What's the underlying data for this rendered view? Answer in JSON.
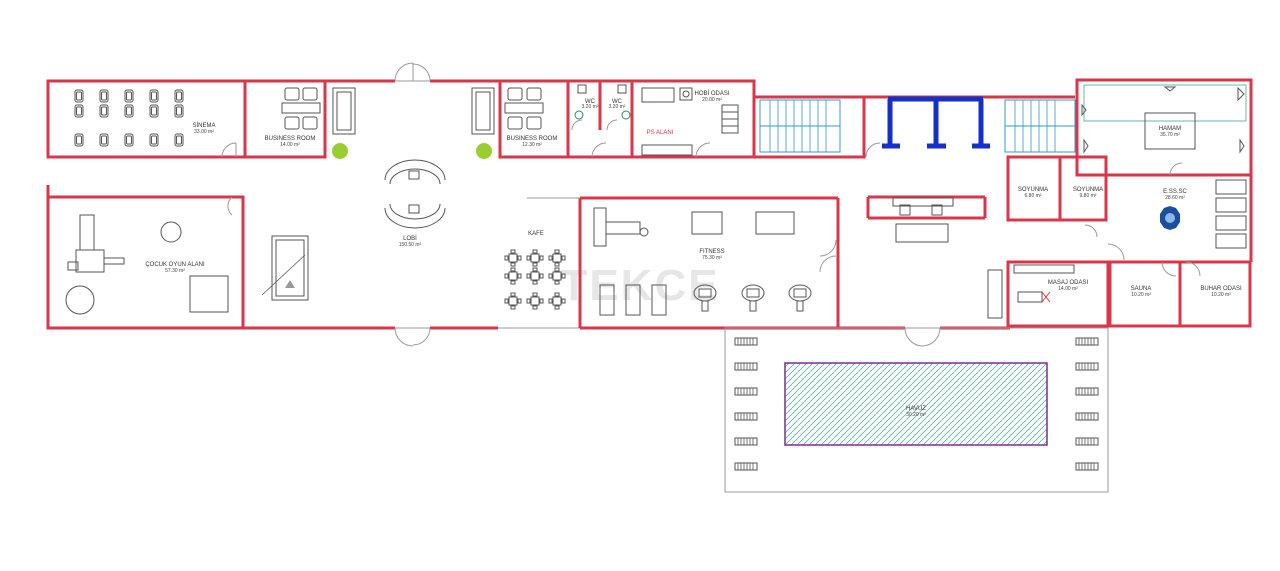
{
  "watermark": "TEKCE",
  "rooms": {
    "sinema": {
      "name": "SİNEMA",
      "area": "33.00 m²"
    },
    "business1": {
      "name": "BUSINESS ROOM",
      "area": "14.00 m²"
    },
    "business2": {
      "name": "BUSINESS ROOM",
      "area": "12.30 m²"
    },
    "wc1": {
      "name": "WC",
      "area": "3.20 m²"
    },
    "wc2": {
      "name": "WC",
      "area": "3.20 m²"
    },
    "hobi": {
      "name": "HOBİ ODASI",
      "area": "20.00 m²"
    },
    "ps": {
      "name": "PS ALANI"
    },
    "hamam": {
      "name": "HAMAM",
      "area": "35.70 m²"
    },
    "soyunma1": {
      "name": "SOYUNMA",
      "area": "6.80 m²"
    },
    "soyunma2": {
      "name": "SOYUNMA",
      "area": "9.80 m²"
    },
    "esas": {
      "name": "E.SS.SC",
      "area": "28.60 m²"
    },
    "cocuk": {
      "name": "ÇOCUK OYUN ALANI",
      "area": "57.30 m²"
    },
    "lobi": {
      "name": "LOBİ",
      "area": "150.50 m²"
    },
    "kafe": {
      "name": "KAFE"
    },
    "fitness": {
      "name": "FITNESS",
      "area": "75.30 m²"
    },
    "masaj": {
      "name": "MASAJ ODASI",
      "area": "14.00 m²"
    },
    "sauna": {
      "name": "SAUNA",
      "area": "10.20 m²"
    },
    "buhar": {
      "name": "BUHAR ODASI",
      "area": "10.20 m²"
    },
    "havuz": {
      "name": "HAVUZ",
      "area": "30.20 m²"
    }
  },
  "colors": {
    "wall": "#d9364a",
    "stair": "#3399cc",
    "column": "#1530c8",
    "pool": "#7a2e8e",
    "plant": "#9acd32"
  }
}
